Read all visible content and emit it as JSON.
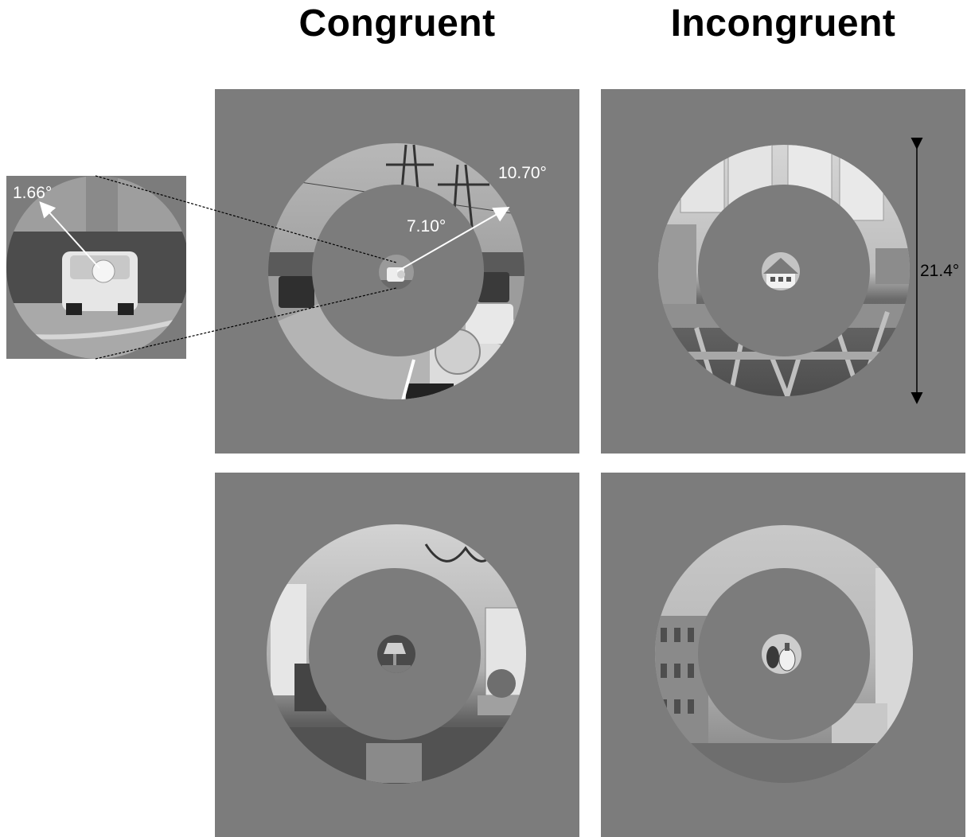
{
  "columns": {
    "left_title": "Congruent",
    "right_title": "Incongruent"
  },
  "annotations": {
    "fovea_angle": "1.66°",
    "inner_angle": "7.10°",
    "outer_angle": "10.70°",
    "diameter": "21.4°"
  },
  "colors": {
    "background_gray": "#7c7c7c",
    "figure_background": "#ffffff"
  },
  "panels": [
    {
      "id": "top-left",
      "condition": "Congruent",
      "periphery": "highway scene",
      "center": "car"
    },
    {
      "id": "top-right",
      "condition": "Incongruent",
      "periphery": "kitchen scene",
      "center": "house"
    },
    {
      "id": "bottom-left",
      "condition": "Congruent",
      "periphery": "living room scene",
      "center": "lamp"
    },
    {
      "id": "bottom-right",
      "condition": "Incongruent",
      "periphery": "street scene",
      "center": "vases"
    }
  ]
}
